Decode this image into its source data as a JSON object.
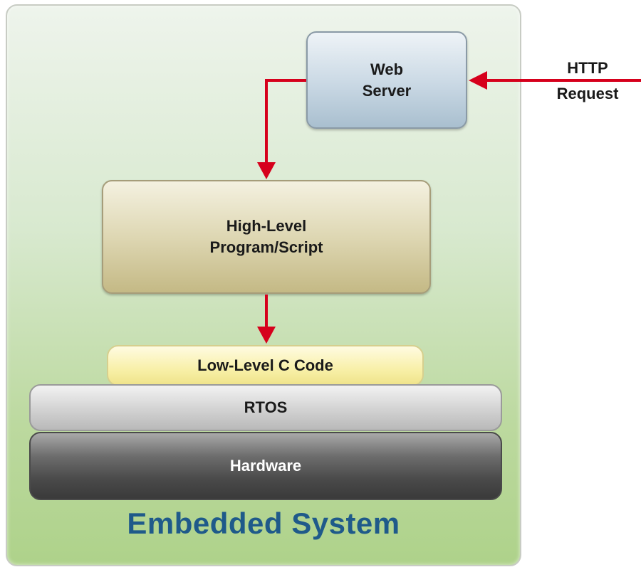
{
  "diagram": {
    "title": "Embedded System",
    "http_request_label_line1": "HTTP",
    "http_request_label_line2": "Request",
    "web_server_line1": "Web",
    "web_server_line2": "Server",
    "high_level_line1": "High-Level",
    "high_level_line2": "Program/Script",
    "low_level": "Low-Level C Code",
    "rtos": "RTOS",
    "hardware": "Hardware"
  },
  "colors": {
    "arrow": "#d6001c",
    "title": "#1f5a8a"
  }
}
